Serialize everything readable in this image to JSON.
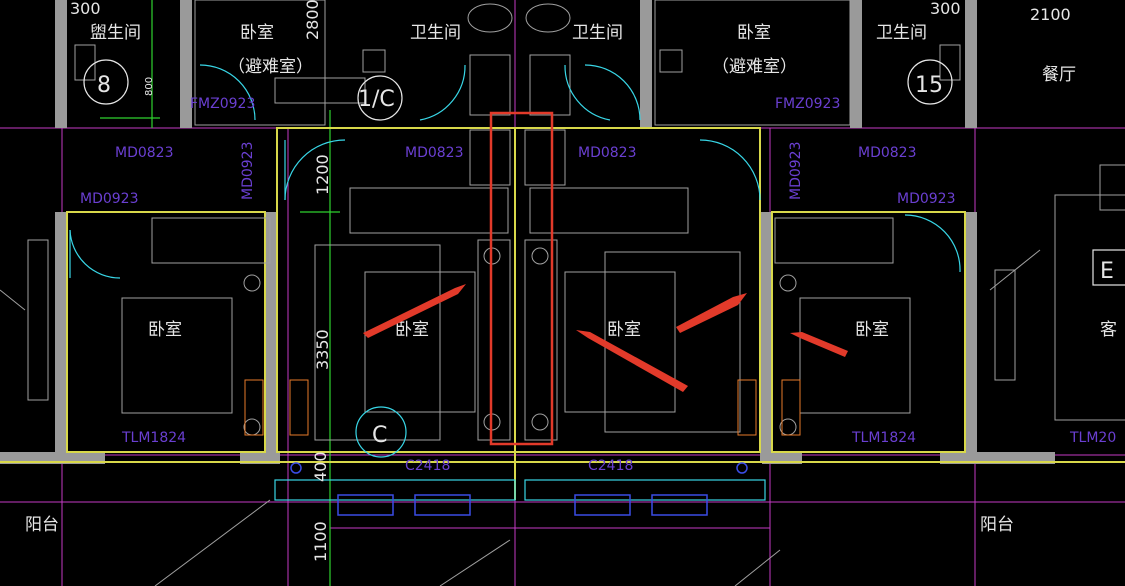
{
  "rooms": {
    "bedroom": "卧室",
    "bathroom": "卫生间",
    "refuge": "（避难室）",
    "balcony": "阳台",
    "dining": "餐厅",
    "living": "客",
    "washroom_partial": "盥生间"
  },
  "doors": {
    "md0823": "MD0823",
    "md0923": "MD0923",
    "tlm1824": "TLM1824",
    "tlm_partial": "TLM20",
    "c2418": "C2418",
    "fm0923": "FMZ0923"
  },
  "dims": {
    "d2800": "2800",
    "d1200": "1200",
    "d3350": "3350",
    "d400": "400",
    "d1100": "1100",
    "d300": "300",
    "d2100": "2100",
    "d800": "800"
  },
  "axes": {
    "a8": "8",
    "a1c": "1/C",
    "a15": "15",
    "ac": "C",
    "ae": "E"
  },
  "annotations": {
    "highlight_color": "#e23a2a",
    "arrow_color": "#e23a2a"
  }
}
